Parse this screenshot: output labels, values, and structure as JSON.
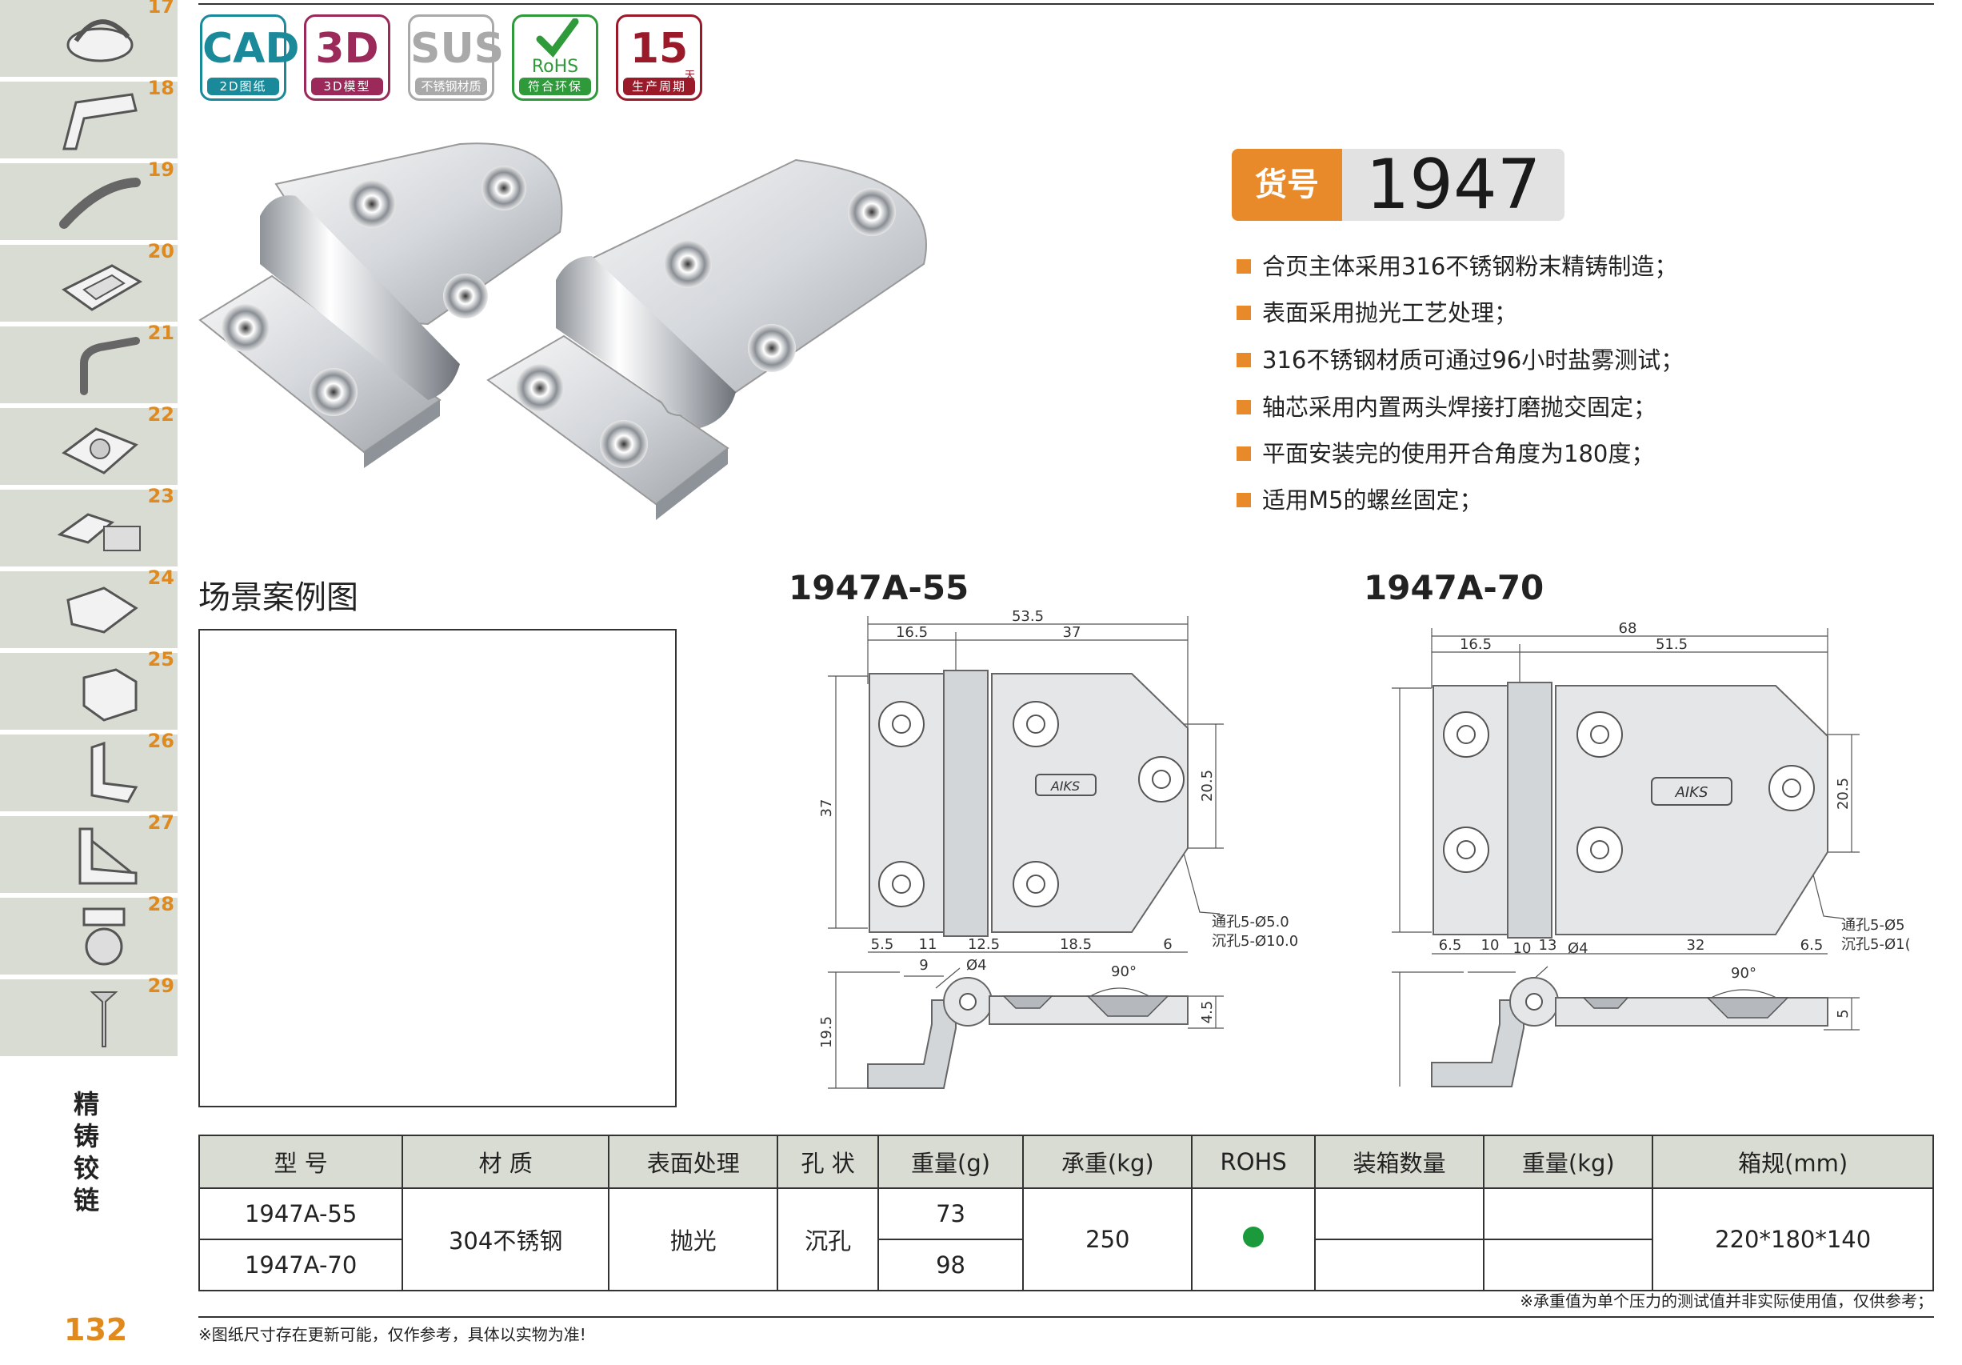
{
  "sidebar": {
    "items": [
      {
        "num": "17",
        "icon": "d-ring-icon"
      },
      {
        "num": "18",
        "icon": "pull-handle-icon"
      },
      {
        "num": "19",
        "icon": "bow-handle-icon"
      },
      {
        "num": "20",
        "icon": "recessed-handle-icon"
      },
      {
        "num": "21",
        "icon": "tube-handle-icon"
      },
      {
        "num": "22",
        "icon": "butterfly-latch-icon"
      },
      {
        "num": "23",
        "icon": "toggle-latch-icon"
      },
      {
        "num": "24",
        "icon": "draw-latch-icon"
      },
      {
        "num": "25",
        "icon": "corner-icon"
      },
      {
        "num": "26",
        "icon": "angle-bracket-icon"
      },
      {
        "num": "27",
        "icon": "support-bracket-icon"
      },
      {
        "num": "28",
        "icon": "caster-icon"
      },
      {
        "num": "29",
        "icon": "screw-icon"
      }
    ],
    "category": "精铸铰链",
    "page_number": "132"
  },
  "badges": [
    {
      "main": "CAD",
      "caption": "2D图纸",
      "color": "#1a8a9a"
    },
    {
      "main": "3D",
      "caption": "3D模型",
      "color": "#9b2a5a"
    },
    {
      "main": "SUS",
      "caption": "不锈钢材质",
      "color": "#a9a9a9"
    },
    {
      "main": "RoHS",
      "caption": "符合环保",
      "color": "#2e9a3a"
    },
    {
      "main": "15",
      "sup": "天",
      "caption": "生产周期",
      "color": "#9b1a2a"
    }
  ],
  "product": {
    "label": "货号",
    "code": "1947",
    "features": [
      "合页主体采用316不锈钢粉末精铸制造；",
      "表面采用抛光工艺处理；",
      "316不锈钢材质可通过96小时盐雾测试；",
      "轴芯采用内置两头焊接打磨抛交固定；",
      "平面安装完的使用开合角度为180度；",
      "适用M5的螺丝固定；"
    ]
  },
  "scene_title": "场景案例图",
  "drawings": [
    {
      "model": "1947A-55",
      "dims": {
        "total": "53.5",
        "left": "16.5",
        "right": "37",
        "height": "37",
        "hole_pitch": "20.5",
        "b1": "5.5",
        "b2": "11",
        "b3": "12.5",
        "b4": "18.5",
        "b5": "6",
        "shaft_offset": "9",
        "shaft_dia": "Ø4",
        "angle": "90°",
        "thick": "4.5",
        "side_h": "19.5"
      },
      "note1": "通孔5-Ø5.0",
      "note2": "沉孔5-Ø10.0",
      "logo": "AIKS"
    },
    {
      "model": "1947A-70",
      "dims": {
        "total": "68",
        "left": "16.5",
        "right": "51.5",
        "height": "",
        "hole_pitch": "20.5",
        "b1": "6.5",
        "b2": "10",
        "b3": "13",
        "b4": "32",
        "b5": "6.5",
        "shaft_offset": "10",
        "shaft_dia": "Ø4",
        "angle": "90°",
        "thick": "5",
        "side_h": ""
      },
      "note1": "通孔5-Ø5",
      "note2": "沉孔5-Ø1(",
      "logo": "AIKS"
    }
  ],
  "table": {
    "headers": [
      "型 号",
      "材 质",
      "表面处理",
      "孔 状",
      "重量(g)",
      "承重(kg)",
      "ROHS",
      "装箱数量",
      "重量(kg)",
      "箱规(mm)"
    ],
    "rows": [
      {
        "model": "1947A-55",
        "weight": "73"
      },
      {
        "model": "1947A-70",
        "weight": "98"
      }
    ],
    "material": "304不锈钢",
    "finish": "抛光",
    "hole": "沉孔",
    "load": "250",
    "box": "220*180*140",
    "rohs_color": "#1a9a3a"
  },
  "notes": {
    "load_note": "※承重值为单个压力的测试值并非实际使用值，仅供参考；",
    "drawing_note": "※图纸尺寸存在更新可能，仅作参考，具体以实物为准!"
  }
}
